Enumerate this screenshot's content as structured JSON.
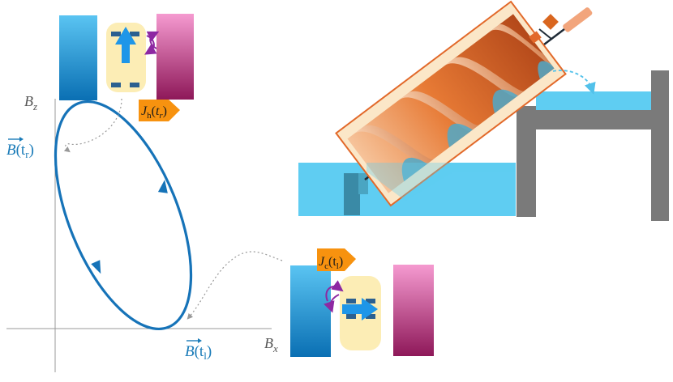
{
  "axes": {
    "x_label_main": "B",
    "x_label_sub": "x",
    "y_label_main": "B",
    "y_label_sub": "z"
  },
  "field_labels": {
    "top": {
      "main": "B",
      "paren_open": "(t",
      "sub": "r",
      "paren_close": ")"
    },
    "bottom": {
      "main": "B",
      "paren_open": "(t",
      "sub": "l",
      "paren_close": ")"
    }
  },
  "currents": {
    "hot": {
      "main": "J",
      "sub": "h",
      "paren_open": "(",
      "arg": "t",
      "arg_sub": "r",
      "paren_close": ")"
    },
    "cold": {
      "main": "J",
      "sub": "c",
      "paren_open": "(t",
      "arg_sub": "l",
      "paren_close": ")"
    }
  },
  "colors": {
    "orbit": "#1673b8",
    "label_blue": "#1a7bb8",
    "cold_bar_top": "#5ac4f2",
    "cold_bar_bottom": "#0a6fb3",
    "hot_bar_top": "#f59ad0",
    "hot_bar_bottom": "#8e1859",
    "spin_box": "#fcedb5",
    "spin_arrow": "#1e96e8",
    "current_arrow": "#f7920f",
    "swap_arrow": "#8d28a2",
    "water": "#5fcdf2",
    "screw": "#e2692a",
    "support": "#7a7a7a"
  }
}
